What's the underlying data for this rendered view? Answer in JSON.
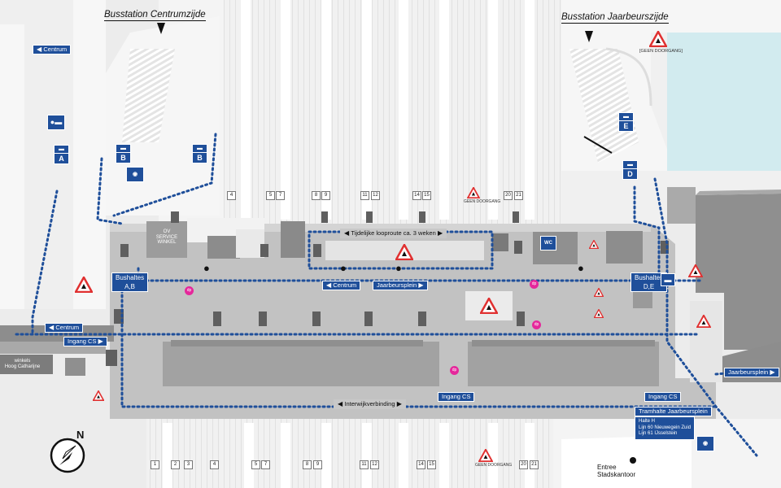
{
  "titles": {
    "centrumzijde": "Busstation Centrumzijde",
    "jaarbeurszijde": "Busstation Jaarbeurszijde"
  },
  "geen_doorgang": "[GEEN DOORGANG]",
  "signs": {
    "centrum_top": "Centrum",
    "centrum_left": "Centrum",
    "ingang_cs_left": "Ingang CS",
    "tijdelijke": "Tijdelijke looproute ca. 3 weken",
    "centrum_mid": "Centrum",
    "jaarbeursplein_mid": "Jaarbeursplein",
    "interwijkverbinding": "Interwijkverbinding",
    "ingang_cs_mid": "Ingang CS",
    "ingang_cs_right": "Ingang CS",
    "jaarbeursplein_right": "Jaarbeursplein",
    "tramhalte": "Tramhalte Jaarbeursplein",
    "bushaltes_ab_1": "Bushaltes",
    "bushaltes_ab_2": "A,B",
    "bushaltes_de_1": "Bushaltes",
    "bushaltes_de_2": "D,E"
  },
  "tram_info": [
    "Halte H",
    "Lijn 60 Nieuwegein Zuid",
    "Lijn 61 IJsselstein"
  ],
  "bus_stops": [
    "A",
    "B",
    "B",
    "E",
    "D"
  ],
  "labels": {
    "ov_service": [
      "OV",
      "SERVICE",
      "WINKEL"
    ],
    "winkels": [
      "winkels",
      "Hoog Catharijne"
    ],
    "entree": [
      "Entree",
      "Stadskantoor"
    ],
    "wc": "WC",
    "north": "N"
  },
  "warn_captions": [
    "GEEN DOORGANG",
    "GEEN DOORGANG"
  ],
  "platforms_top": [
    "4",
    "5",
    "7",
    "8",
    "9",
    "11",
    "12",
    "14",
    "15",
    "20",
    "21"
  ],
  "platforms_bottom": [
    "1",
    "2",
    "3",
    "4",
    "5",
    "7",
    "8",
    "9",
    "11",
    "12",
    "14",
    "15",
    "20",
    "21"
  ],
  "dp_pins": [
    "dp",
    "dp",
    "dp",
    "dp"
  ],
  "colors": {
    "blue": "#1f4f9a",
    "route_dots": "#1f4f9a",
    "pink": "#e5279b",
    "warning_red": "#e03030",
    "water": "#cfe9ee",
    "hall_gray": "#b8b8b8",
    "dark_gray": "#8c8c8c",
    "tracks": "#e6e6e6"
  }
}
